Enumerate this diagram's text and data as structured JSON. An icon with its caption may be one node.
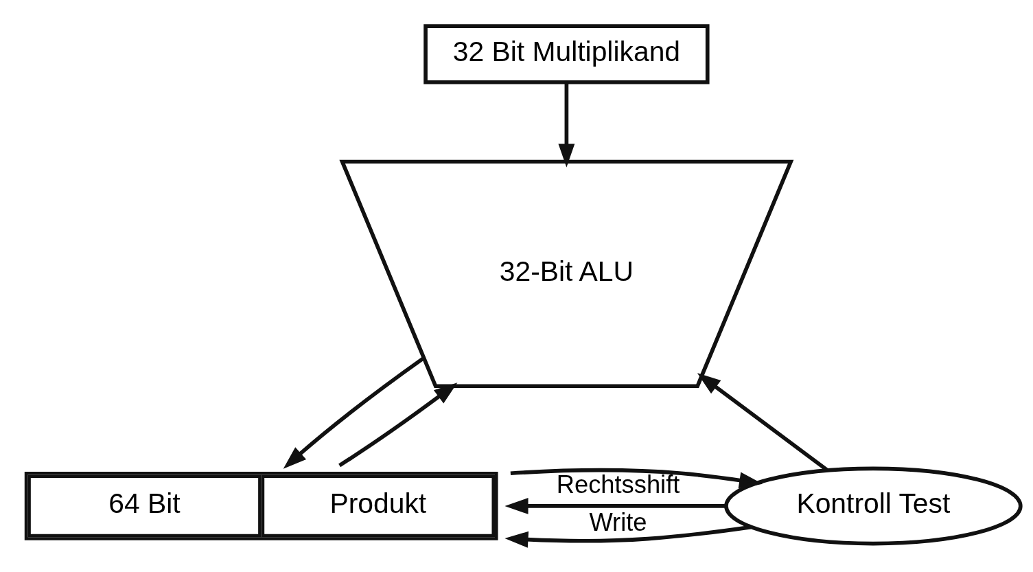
{
  "diagram": {
    "nodes": [
      {
        "text": [
          "32 Bit Multiplikand"
        ]
      },
      {
        "text": [
          "32-Bit ALU"
        ]
      },
      {
        "text": [
          "64 Bit",
          "Produkt"
        ]
      },
      {
        "text": [
          "Kontroll Test"
        ]
      }
    ],
    "edges": [
      {
        "from": 0,
        "to": 1,
        "arrow": "to"
      },
      {
        "from": 2,
        "to": 1,
        "arrow": "to"
      },
      {
        "from": 1,
        "to": 2,
        "arrow": "to"
      },
      {
        "from": 3,
        "to": 2,
        "arrow": "to",
        "label": "Write"
      },
      {
        "from": 3,
        "to": 2,
        "arrow": "to",
        "label": "Rechtsshift"
      },
      {
        "from": 3,
        "to": 1,
        "arrow": "to"
      },
      {
        "from": 2,
        "to": 3,
        "arrow": "to"
      }
    ]
  }
}
